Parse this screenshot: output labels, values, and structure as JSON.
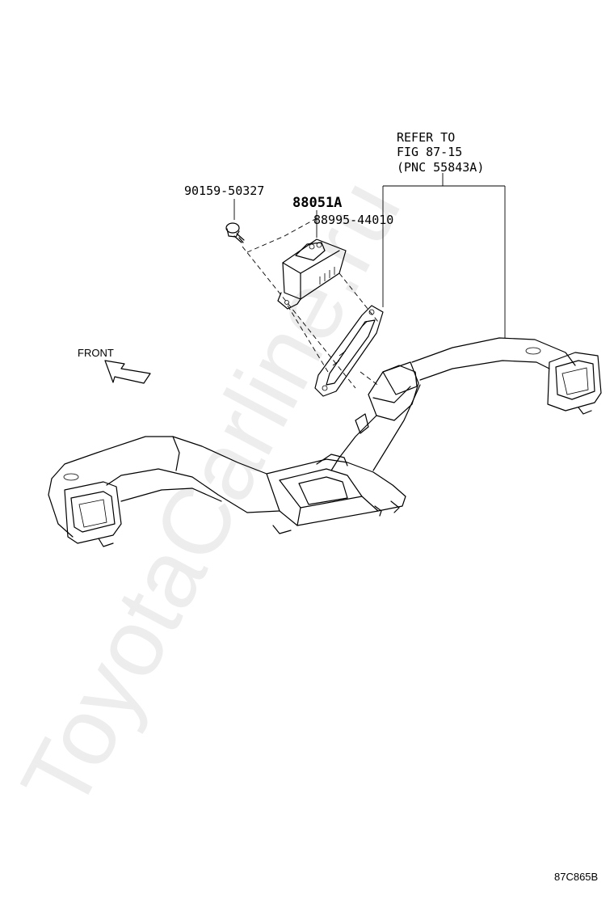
{
  "watermark": "ToyotaCarline.ru",
  "labels": {
    "refer_line1": "REFER TO",
    "refer_line2": "FIG 87-15",
    "refer_line3": "(PNC 55843A)",
    "bolt": "90159-50327",
    "sensor": "88051A",
    "bracket": "88995-44010",
    "front": "FRONT",
    "figure_code": "87C865B"
  },
  "icons": {
    "front_arrow": "arrow-icon"
  }
}
